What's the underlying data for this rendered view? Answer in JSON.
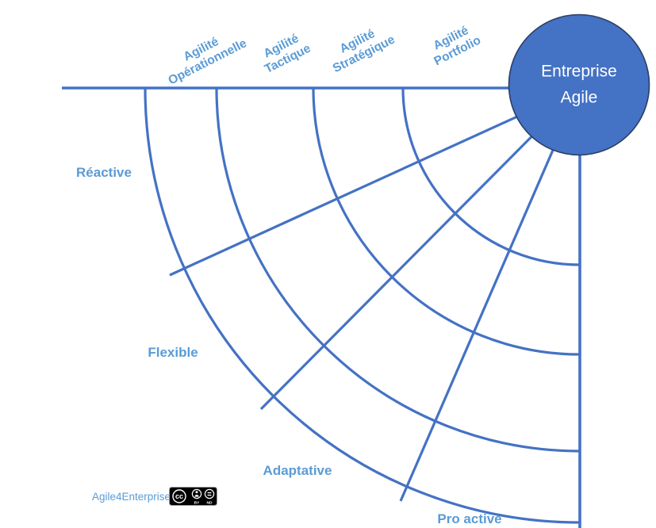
{
  "diagram": {
    "center": {
      "line1": "Entreprise",
      "line2": "Agile"
    },
    "axes": [
      {
        "line1": "Agilité",
        "line2": "Opérationnelle"
      },
      {
        "line1": "Agilité",
        "line2": "Tactique"
      },
      {
        "line1": "Agilité",
        "line2": "Stratégique"
      },
      {
        "line1": "Agilité",
        "line2": "Portfolio"
      }
    ],
    "levels": [
      "Réactive",
      "Flexible",
      "Adaptative",
      "Pro active"
    ],
    "colors": {
      "line": "#4472C4",
      "label": "#5B9BD5",
      "circle_fill": "#4472C4",
      "circle_border": "#2B3F66",
      "circle_text": "#FFFFFF"
    }
  },
  "footer": {
    "credit": "Agile4Enterprise",
    "license": {
      "logo": "cc",
      "by": "BY",
      "nd": "ND"
    }
  }
}
